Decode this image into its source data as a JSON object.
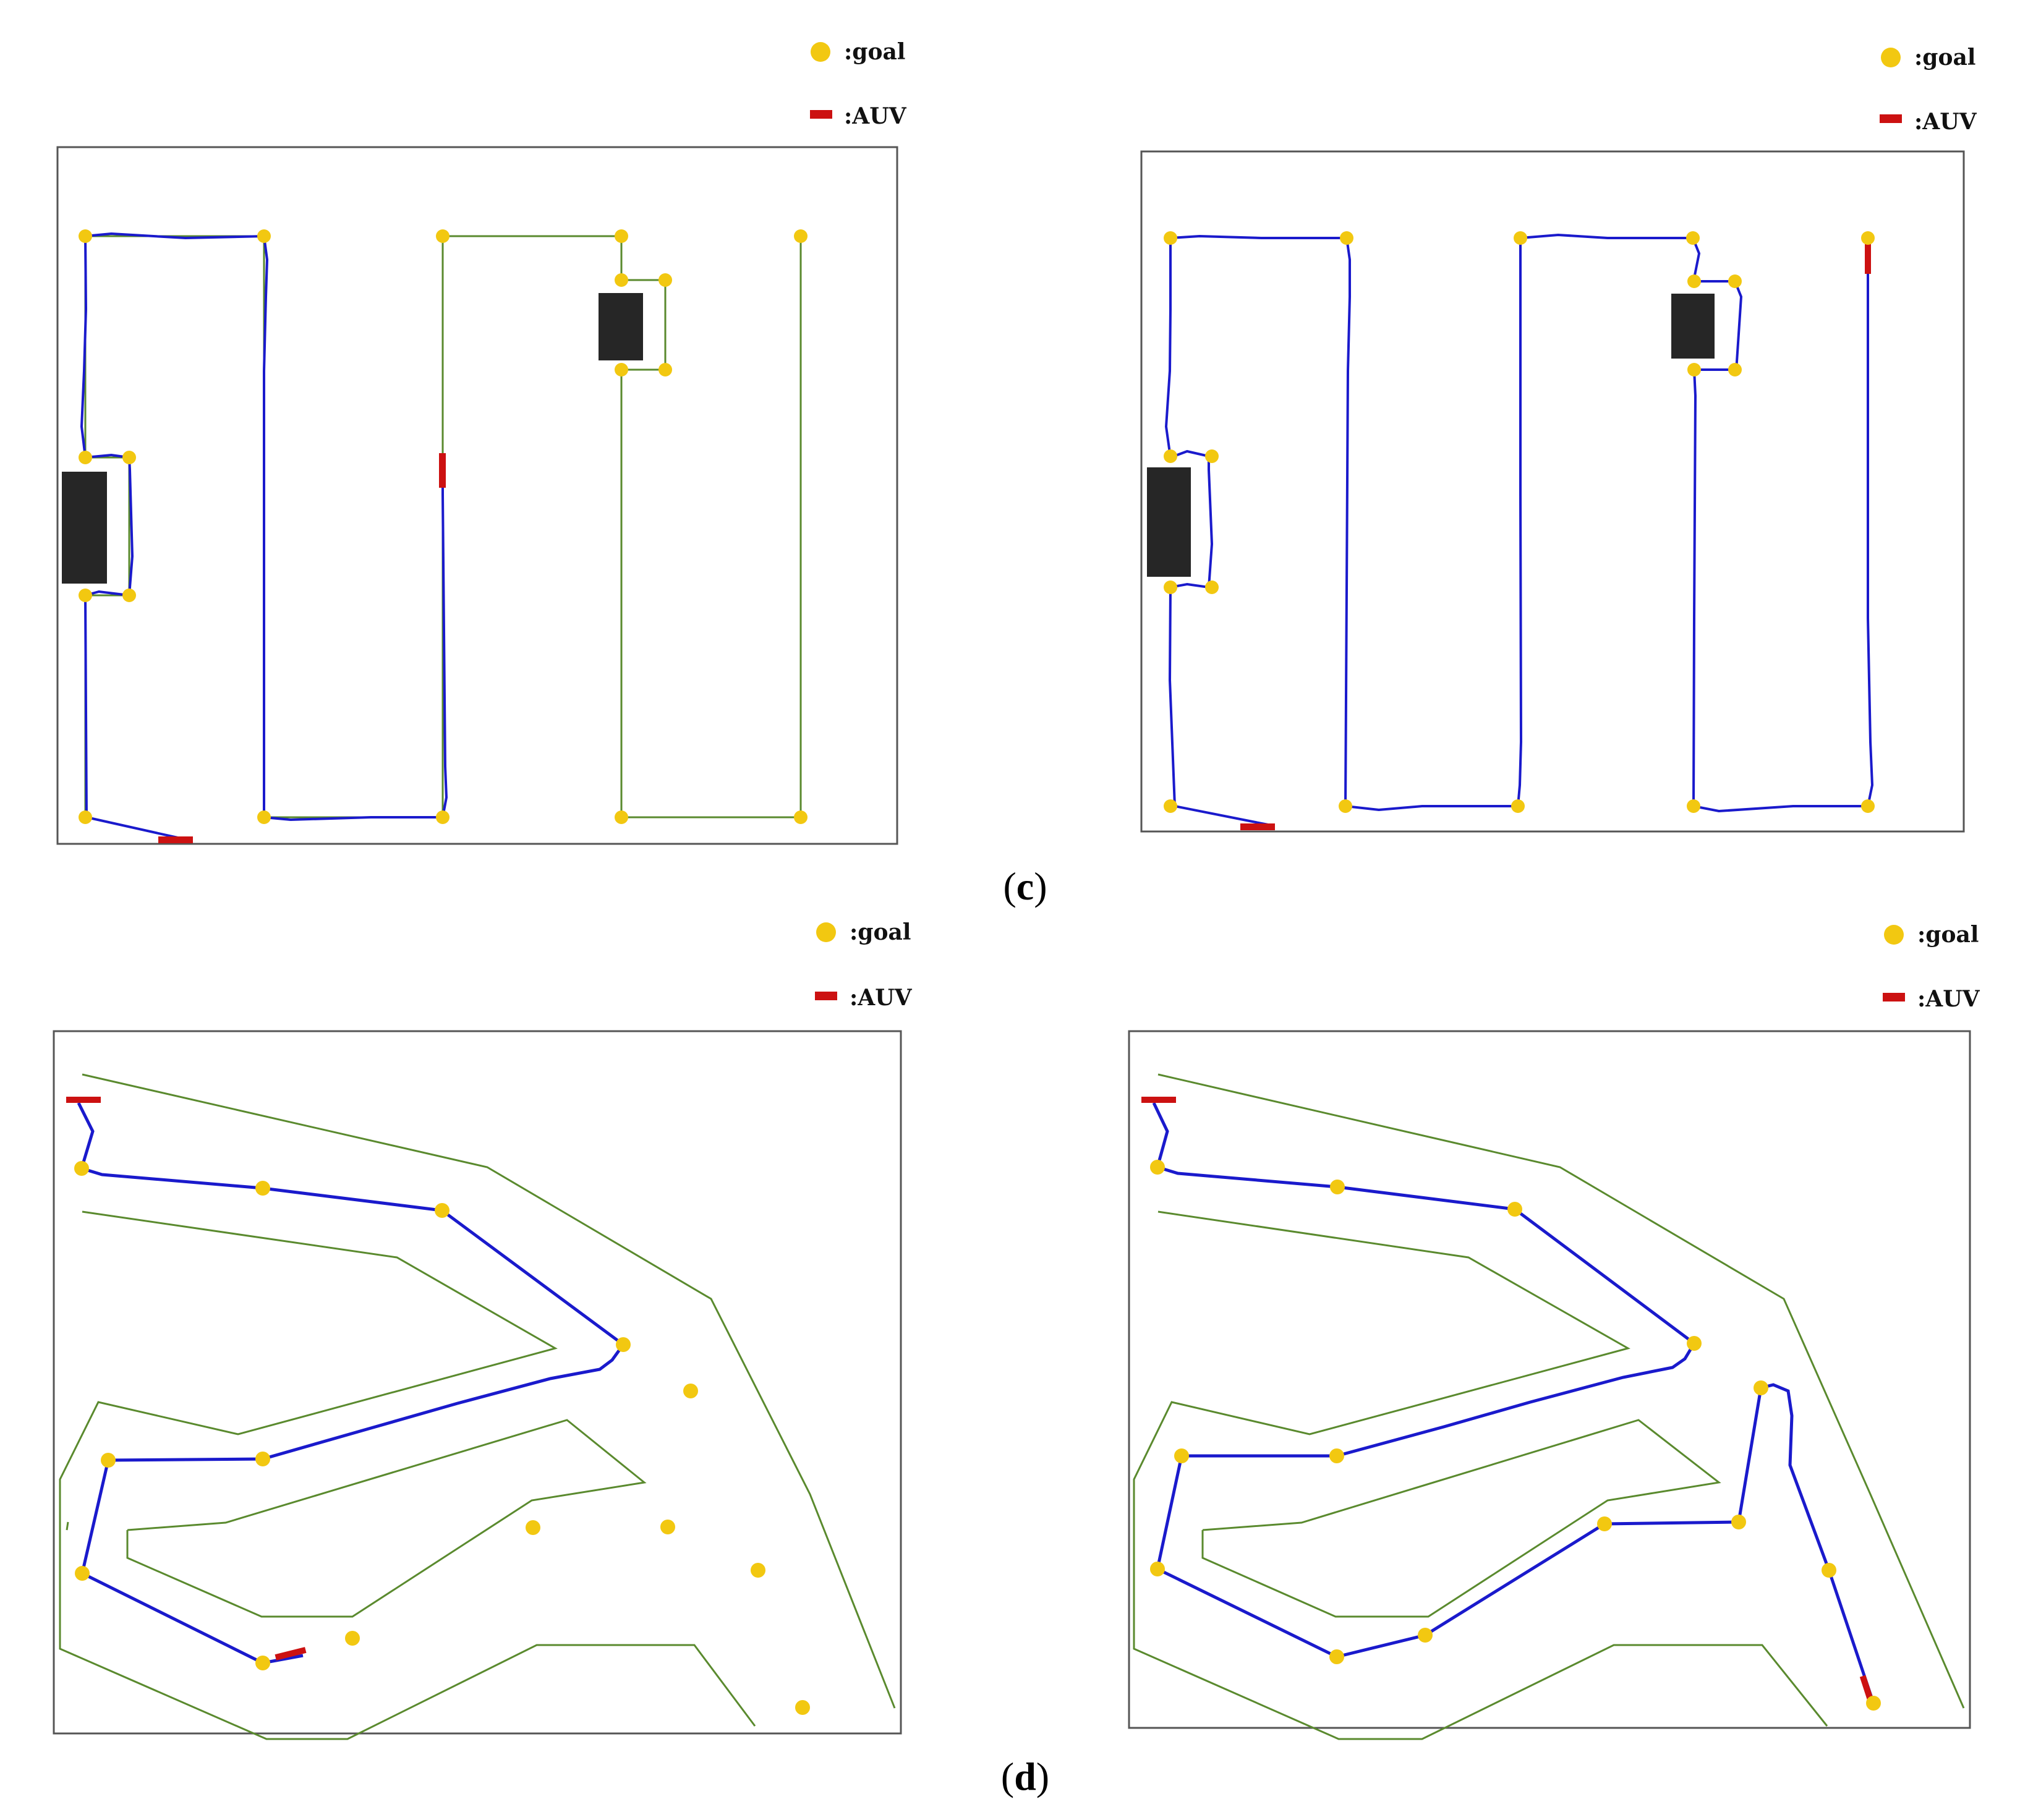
{
  "colors": {
    "goal": "#f2c811",
    "auv": "#cc1111",
    "auv_path": "#1a1acc",
    "planned_path": "#5a8a2e",
    "obstacle": "#262626",
    "frame": "#555555"
  },
  "legend": {
    "goal_label": ":goal",
    "auv_label": ":AUV"
  },
  "captions": {
    "c": {
      "open": "(",
      "letter": "c",
      "close": ")"
    },
    "d": {
      "open": "(",
      "letter": "d",
      "close": ")"
    }
  },
  "panels": [
    {
      "id": "c-left",
      "scenario": "lawnmower-sweep",
      "auv_heading": "partial coverage"
    },
    {
      "id": "c-right",
      "scenario": "lawnmower-sweep",
      "auv_heading": "full coverage"
    },
    {
      "id": "d-left",
      "scenario": "channel-navigation",
      "auv_heading": "partial route"
    },
    {
      "id": "d-right",
      "scenario": "channel-navigation",
      "auv_heading": "full route"
    }
  ]
}
